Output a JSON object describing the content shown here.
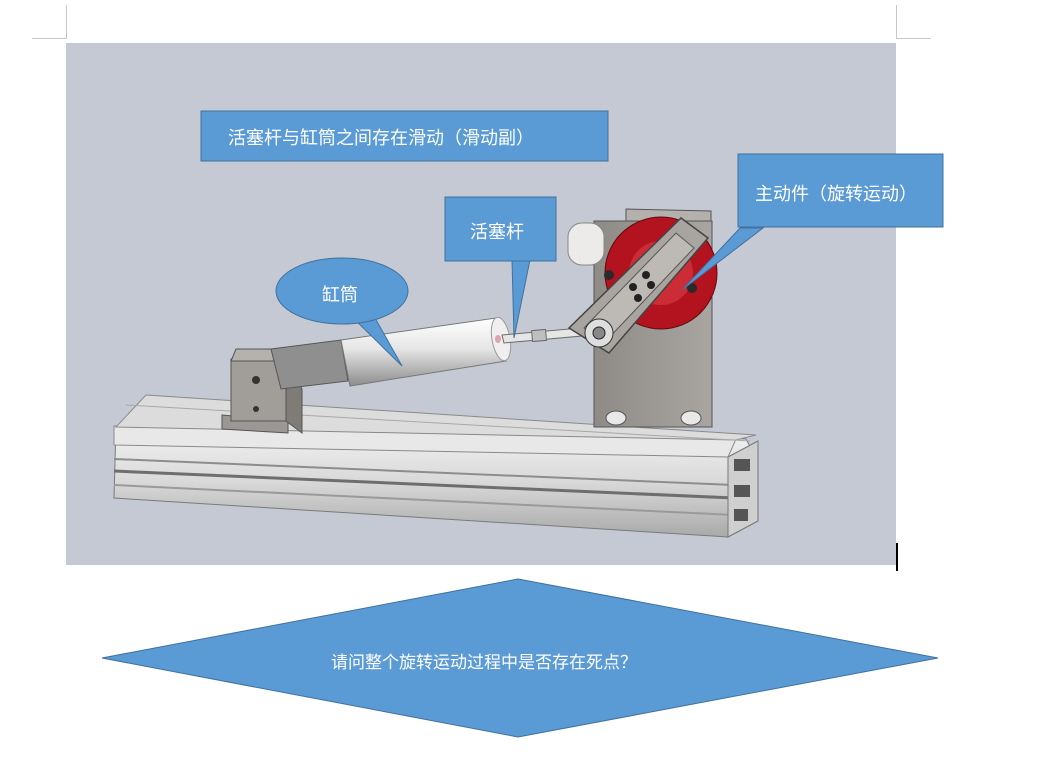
{
  "document": {
    "callouts": {
      "sliding_pair": "活塞杆与缸筒之间存在滑动（滑动副）",
      "driver": "主动件（旋转运动）",
      "piston_rod": "活塞杆",
      "cylinder": "缸筒"
    },
    "question": "请问整个旋转运动过程中是否存在死点？"
  },
  "colors": {
    "callout_fill": "#5b9bd5",
    "callout_stroke": "#41719c",
    "figure_background": "#c5c9d4",
    "motor_red": "#b3121f"
  }
}
